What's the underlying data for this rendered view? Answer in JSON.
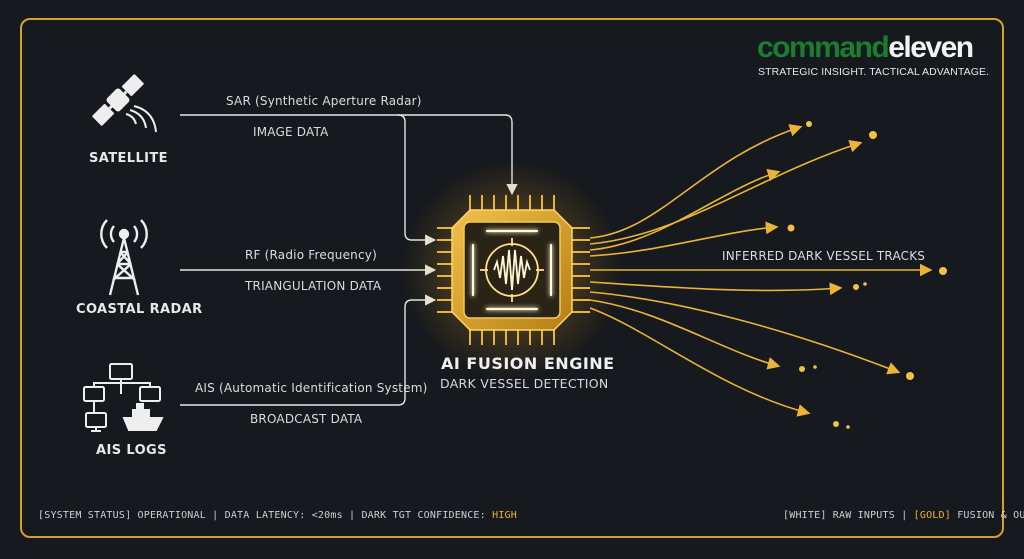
{
  "brand": {
    "name_part1": "command",
    "name_part2": "eleven",
    "tagline": "STRATEGIC INSIGHT. TACTICAL ADVANTAGE.",
    "color_primary": "#1a7d2f"
  },
  "sources": [
    {
      "label": "SATELLITE",
      "icon": "satellite-icon",
      "link_top": "SAR (Synthetic Aperture Radar)",
      "link_bottom": "IMAGE DATA"
    },
    {
      "label": "COASTAL RADAR",
      "icon": "radio-tower-icon",
      "link_top": "RF (Radio Frequency)",
      "link_bottom": "TRIANGULATION DATA"
    },
    {
      "label": "AIS LOGS",
      "icon": "network-ship-icon",
      "link_top": "AIS (Automatic Identification System)",
      "link_bottom": "BROADCAST DATA"
    }
  ],
  "engine": {
    "title": "AI FUSION ENGINE",
    "subtitle": "DARK VESSEL DETECTION",
    "icon": "processor-chip-icon"
  },
  "outputs": {
    "label": "INFERRED DARK VESSEL TRACKS"
  },
  "footer": {
    "status_prefix": "[SYSTEM STATUS] OPERATIONAL | DATA LATENCY: <20ms | DARK TGT CONFIDENCE: ",
    "status_value": "HIGH",
    "legend_white": "[WHITE] RAW INPUTS | ",
    "legend_gold": "[GOLD]",
    "legend_rest": " FUSION & OUTPUTS"
  },
  "colors": {
    "background": "#16191d",
    "frame": "#d4a22c",
    "gold": "#e9b438",
    "white": "#e6e6e6"
  }
}
